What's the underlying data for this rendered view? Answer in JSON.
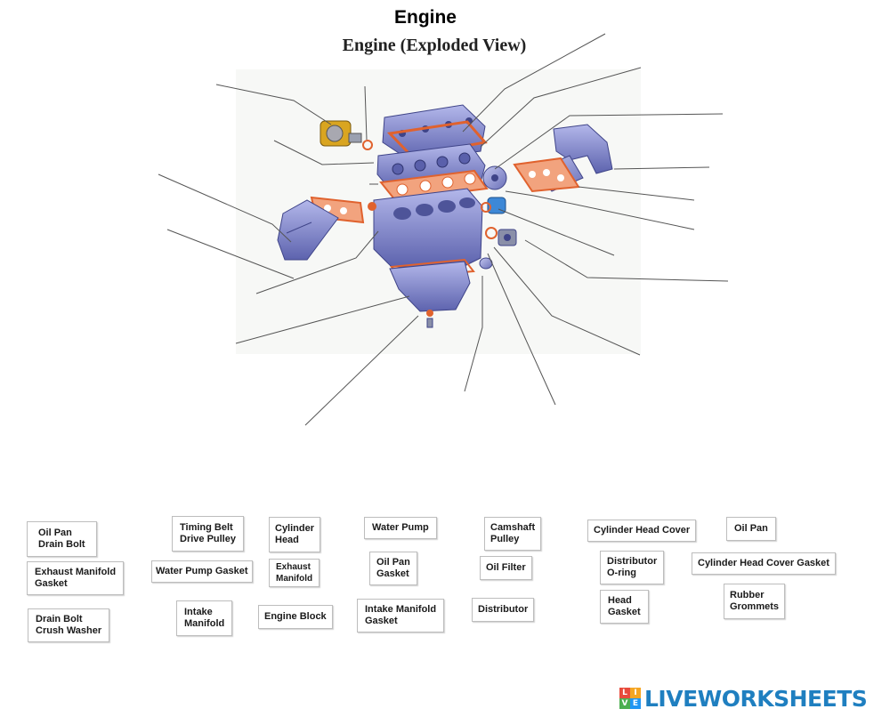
{
  "header": {
    "title": "Engine",
    "subtitle": "Engine (Exploded View)"
  },
  "labels": [
    {
      "key": "oil-pan-drain-bolt",
      "text": "Oil Pan\nDrain Bolt"
    },
    {
      "key": "exhaust-manifold-gasket",
      "text": "Exhaust Manifold\nGasket"
    },
    {
      "key": "drain-bolt-crush-washer",
      "text": "Drain Bolt\nCrush Washer"
    },
    {
      "key": "timing-belt-drive-pulley",
      "text": "Timing Belt\nDrive Pulley"
    },
    {
      "key": "water-pump-gasket",
      "text": "Water Pump Gasket"
    },
    {
      "key": "intake-manifold",
      "text": "Intake\nManifold"
    },
    {
      "key": "cylinder-head",
      "text": "Cylinder\nHead"
    },
    {
      "key": "exhaust-manifold",
      "text": "Exhaust\nManifold"
    },
    {
      "key": "engine-block",
      "text": "Engine Block"
    },
    {
      "key": "water-pump",
      "text": "Water Pump"
    },
    {
      "key": "oil-pan-gasket",
      "text": "Oil Pan\nGasket"
    },
    {
      "key": "intake-manifold-gasket",
      "text": "Intake Manifold\nGasket"
    },
    {
      "key": "camshaft-pulley",
      "text": "Camshaft\nPulley"
    },
    {
      "key": "oil-filter",
      "text": "Oil Filter"
    },
    {
      "key": "distributor",
      "text": "Distributor"
    },
    {
      "key": "cylinder-head-cover",
      "text": "Cylinder Head Cover"
    },
    {
      "key": "distributor-o-ring",
      "text": "Distributor\nO-ring"
    },
    {
      "key": "head-gasket",
      "text": "Head\nGasket"
    },
    {
      "key": "oil-pan",
      "text": "Oil Pan"
    },
    {
      "key": "cylinder-head-cover-gasket",
      "text": "Cylinder Head Cover Gasket"
    },
    {
      "key": "rubber-grommets",
      "text": "Rubber\nGrommets"
    }
  ],
  "brand": {
    "logo_letters": [
      "L",
      "I",
      "V",
      "E"
    ],
    "logo_colors": [
      "#e84b3c",
      "#f5a623",
      "#4caf50",
      "#2196f3"
    ],
    "text": "LIVEWORKSHEETS",
    "color": "#1f7fc0"
  },
  "colors": {
    "engine_blue": "#7d83c9",
    "engine_blue_dark": "#4e5499",
    "gasket_orange": "#e0622e",
    "pump_yellow": "#d9a520"
  }
}
